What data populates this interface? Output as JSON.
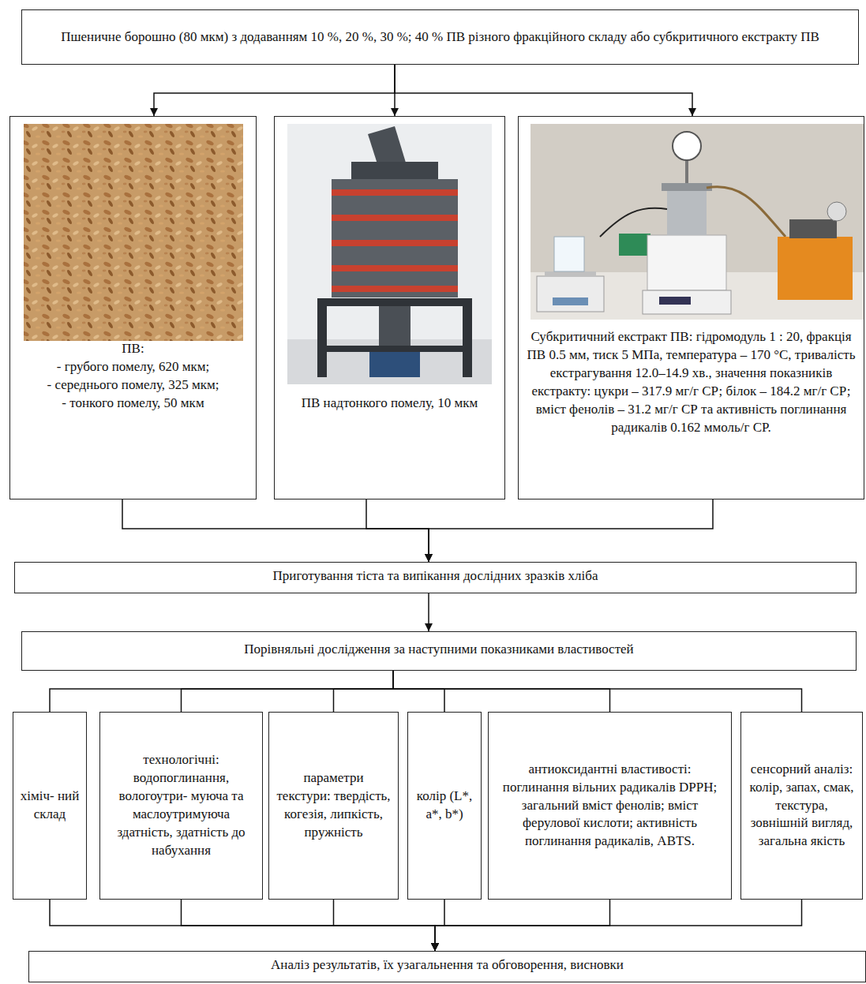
{
  "diagram": {
    "nodes": [
      {
        "text": [
          "Пшеничне борошно (80 мкм) з додаванням 10 %, 20 %, 30 %; 40 % ПВ різного фракційного складу або субкритичного екстракту ПВ"
        ]
      },
      {
        "text": [
          "ПВ:",
          "- грубого помелу, 620 мкм;",
          "- середнього помелу, 325 мкм;",
          "- тонкого помелу, 50 мкм"
        ]
      },
      {
        "text": [
          "ПВ надтонкого помелу, 10 мкм"
        ]
      },
      {
        "text": [
          "Субкритичний екстракт ПВ: гідромодуль 1 : 20, фракція ПВ 0.5 мм, тиск 5 МПа, температура – 170 °С, тривалість екстрагування 12.0–14.9 хв., значення показників екстракту: цукри – 317.9 мг/г СР; білок – 184.2 мг/г СР; вміст фенолів – 31.2 мг/г СР та активність поглинання радикалів 0.162 ммоль/г СР."
        ]
      },
      {
        "text": [
          "Приготування тіста та випікання дослідних зразків хліба"
        ]
      },
      {
        "text": [
          "Порівняльні дослідження за наступними показниками властивостей"
        ]
      },
      {
        "text": [
          "хіміч- ний склад"
        ]
      },
      {
        "text": [
          "технологічні: водопоглинання, вологоутри- муюча та маслоутримуюча здатність, здатність до набухання"
        ]
      },
      {
        "text": [
          "параметри текстури: твердість, когезія, липкість, пружність"
        ]
      },
      {
        "text": [
          "колір (L*, a*, b*)"
        ]
      },
      {
        "text": [
          "антиоксидантні властивості: поглинання вільних радикалів DPPH; загальний вміст фенолів; вміст ферулової кислоти; активність поглинання радикалів, ABTS."
        ]
      },
      {
        "text": [
          "сенсорний аналіз: колір, запах, смак, текстура, зовнішній вигляд, загальна якість"
        ]
      },
      {
        "text": [
          "Аналіз результатів, їх узагальнення та обговорення, висновки"
        ]
      }
    ],
    "edges": [
      {
        "from": 0,
        "to": 1,
        "arrow": "to"
      },
      {
        "from": 0,
        "to": 2,
        "arrow": "to"
      },
      {
        "from": 0,
        "to": 3,
        "arrow": "to"
      },
      {
        "from": 1,
        "to": 4,
        "arrow": "to"
      },
      {
        "from": 2,
        "to": 4,
        "arrow": "to"
      },
      {
        "from": 3,
        "to": 4,
        "arrow": "to"
      },
      {
        "from": 4,
        "to": 5,
        "arrow": "to"
      },
      {
        "from": 5,
        "to": 6,
        "arrow": "none"
      },
      {
        "from": 5,
        "to": 7,
        "arrow": "none"
      },
      {
        "from": 5,
        "to": 8,
        "arrow": "none"
      },
      {
        "from": 5,
        "to": 9,
        "arrow": "none"
      },
      {
        "from": 5,
        "to": 10,
        "arrow": "none"
      },
      {
        "from": 5,
        "to": 11,
        "arrow": "none"
      },
      {
        "from": 6,
        "to": 12,
        "arrow": "to"
      },
      {
        "from": 7,
        "to": 12,
        "arrow": "to"
      },
      {
        "from": 8,
        "to": 12,
        "arrow": "to"
      },
      {
        "from": 9,
        "to": 12,
        "arrow": "to"
      },
      {
        "from": 10,
        "to": 12,
        "arrow": "to"
      },
      {
        "from": 11,
        "to": 12,
        "arrow": "to"
      }
    ]
  }
}
